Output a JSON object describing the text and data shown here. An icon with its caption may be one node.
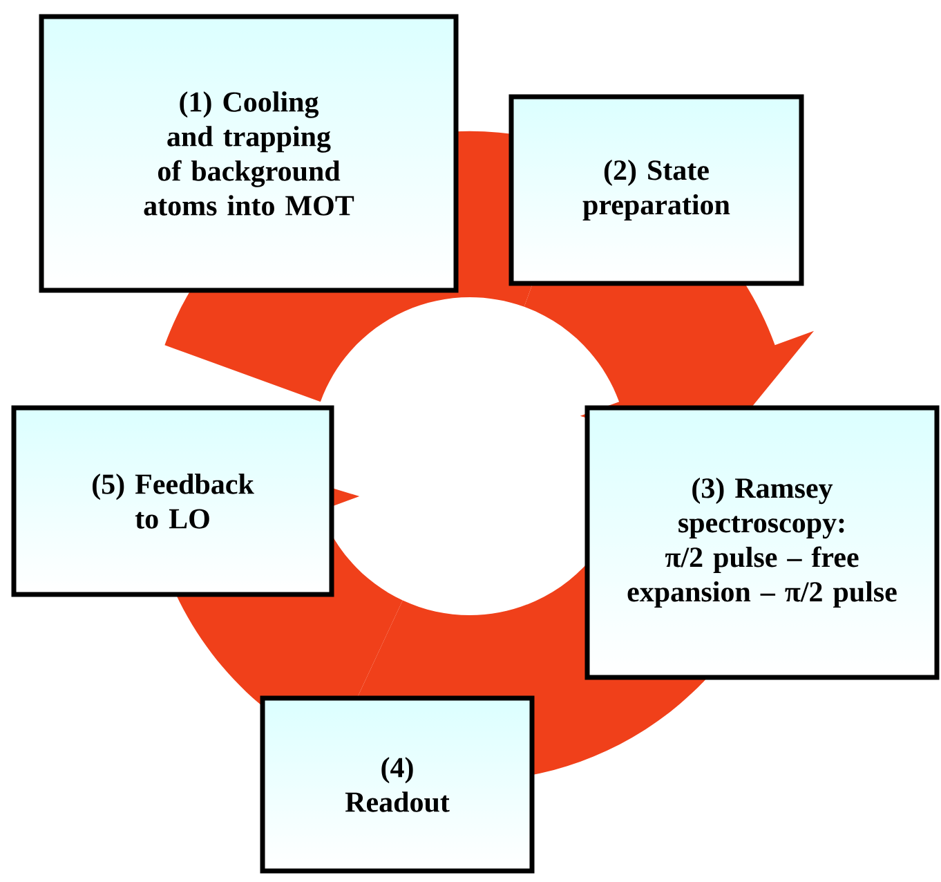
{
  "diagram": {
    "nodes": [
      {
        "text": [
          "(1) Cooling and trapping of background atoms into MOT"
        ]
      },
      {
        "text": [
          "(2) State preparation"
        ]
      },
      {
        "text": [
          "(3) Ramsey spectroscopy: π/2 pulse – free expansion – π/2 pulse"
        ]
      },
      {
        "text": [
          "(4) Readout"
        ]
      },
      {
        "text": [
          "(5) Feedback to LO"
        ]
      }
    ],
    "edges": [
      {
        "from": 0,
        "to": 1,
        "arrow": "none"
      },
      {
        "from": 1,
        "to": 2,
        "arrow": "to"
      },
      {
        "from": 2,
        "to": 3,
        "arrow": "none"
      },
      {
        "from": 3,
        "to": 4,
        "arrow": "to"
      }
    ]
  }
}
